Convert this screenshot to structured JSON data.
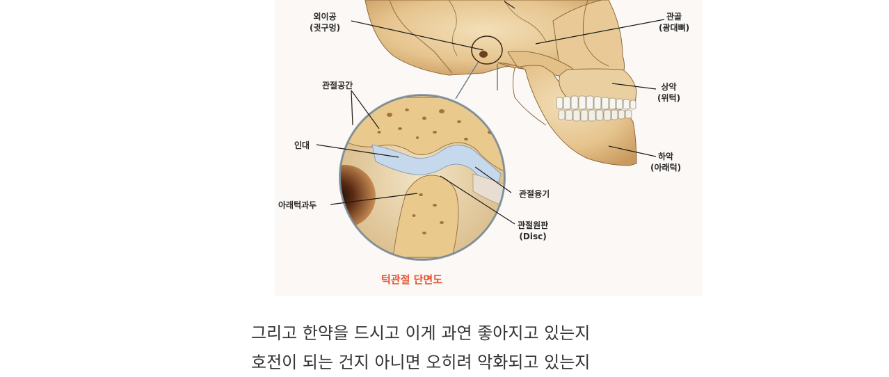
{
  "figure": {
    "labels": {
      "external_ear_canal": "외이공",
      "external_ear_canal_sub": "(귓구멍)",
      "zygomatic": "관골",
      "zygomatic_sub": "(광대뼈)",
      "joint_space": "관절공간",
      "maxilla": "상악",
      "maxilla_sub": "(위턱)",
      "ligament": "인대",
      "mandible": "하악",
      "mandible_sub": "(아래턱)",
      "articular_eminence": "관절융기",
      "condyle": "아래턱과두",
      "disc": "관절원판",
      "disc_sub": "(Disc)"
    },
    "caption": "턱관절 단면도"
  },
  "text": {
    "line1": "그리고 한약을 드시고 이게 과연 좋아지고 있는지",
    "line2": "호전이 되는 건지 아니면 오히려 악화되고 있는지"
  }
}
